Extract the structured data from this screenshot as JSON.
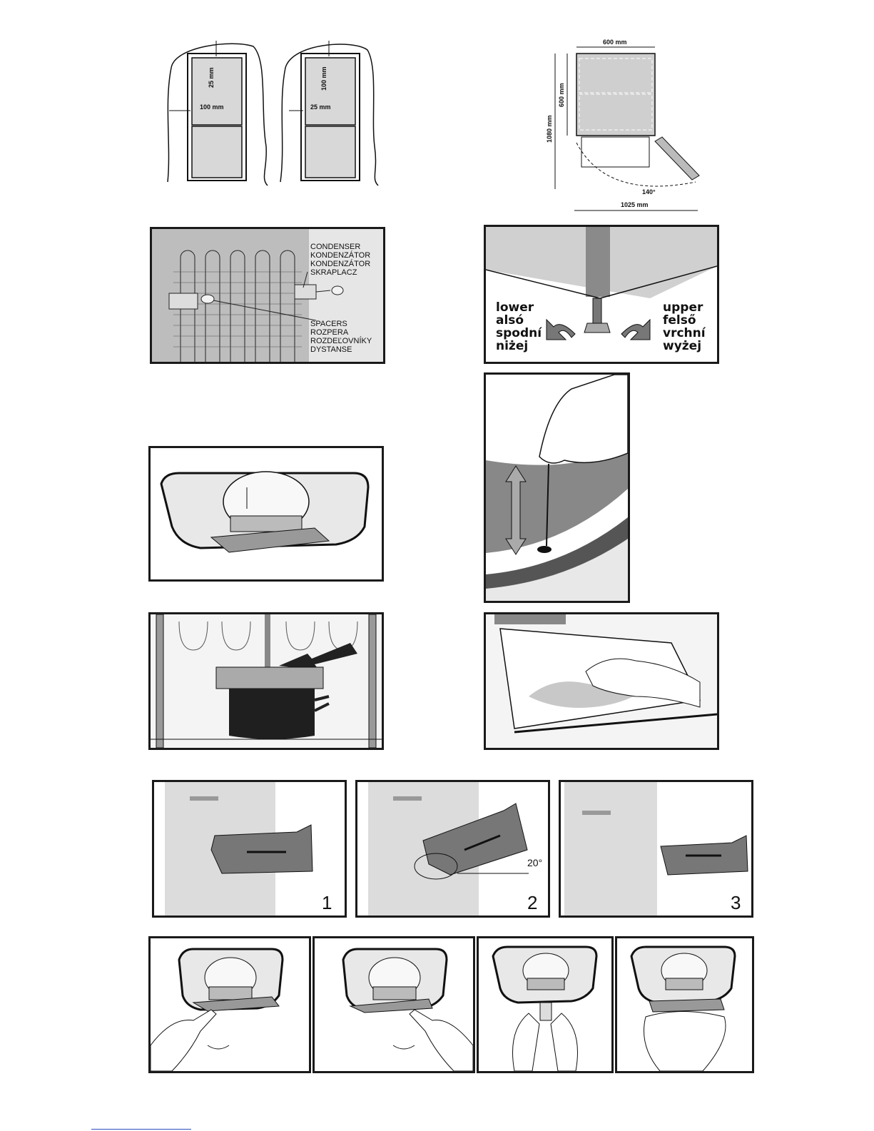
{
  "clearance": {
    "fig_a": {
      "top_gap": "25 mm",
      "side_gap": "100 mm"
    },
    "fig_b": {
      "top_gap": "100 mm",
      "side_gap": "25 mm"
    }
  },
  "dimensions": {
    "width": "600 mm",
    "depth": "600 mm",
    "height": "1080 mm",
    "angle": "140°",
    "open_depth": "1025 mm"
  },
  "condenser": {
    "condenser_labels": [
      "CONDENSER",
      "KONDENZÁTOR",
      "KONDENZÁTOR",
      "SKRAPLACZ"
    ],
    "spacer_labels": [
      "SPACERS",
      "ROZPERA",
      "ROZDEĽOVNÍKY",
      "DYSTANSE"
    ]
  },
  "leveling": {
    "lower_labels": [
      "lower",
      "alsó",
      "spodní",
      "niżej"
    ],
    "upper_labels": [
      "upper",
      "felső",
      "vrchní",
      "wyżej"
    ]
  },
  "drawer_steps": {
    "steps": [
      "1",
      "2",
      "3"
    ],
    "angle": "20°"
  }
}
